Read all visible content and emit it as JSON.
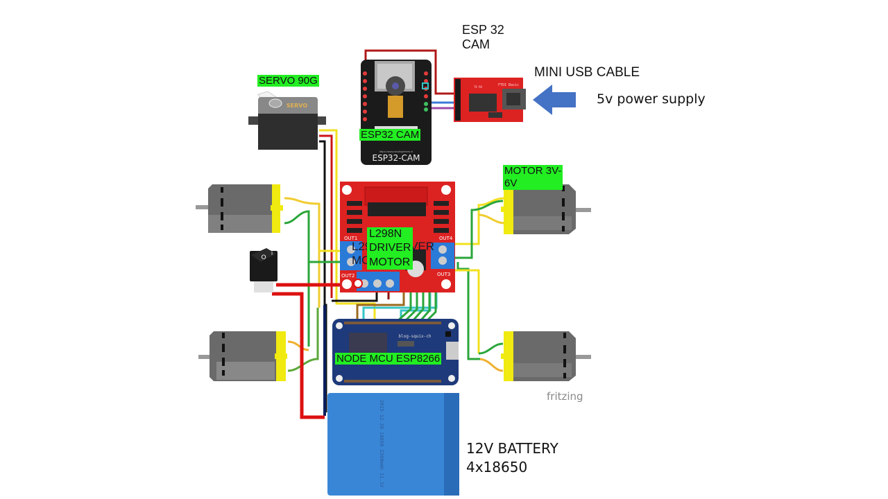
{
  "diagram": {
    "title": "ESP32-CAM robot car wiring",
    "watermark": "fritzing",
    "components": {
      "esp32_cam": {
        "board_text": "ESP32-CAM",
        "label": "ESP32 CAM",
        "caption": "ESP 32\nCAM",
        "url_text": "https://www.studiopieters.nl"
      },
      "ftdi": {
        "board_text": "FTDI Basic",
        "pins_text": "TX RX"
      },
      "usb": {
        "caption": "MINI USB CABLE",
        "power_text": "5v power supply"
      },
      "servo": {
        "label": "SERVO 90G",
        "body_text": "SERVO"
      },
      "motor_driver": {
        "label": "L298N\nDRIVER\nMOTOR",
        "underlying_text": "L298N DRIVER\nMOTOR",
        "out_labels": [
          "OUT1",
          "OUT2",
          "OUT3",
          "OUT4"
        ]
      },
      "motor": {
        "label": "MOTOR 3V-\n6V"
      },
      "nodemcu": {
        "label": "NODE MCU ESP8266",
        "board_text": "blog-squix-ch"
      },
      "battery": {
        "caption": "12V BATTERY\n4x18650"
      },
      "switch": {
        "symbols": [
          "O",
          "I"
        ]
      }
    },
    "colors": {
      "highlight": "#22ee22",
      "wire_red": "#dd1111",
      "wire_yellow": "#f2e020",
      "wire_green": "#2aa63a",
      "wire_black": "#111111",
      "wire_navy": "#0a1f5c",
      "wire_teal": "#35c4c4",
      "wire_brown": "#9a6a1e",
      "board_red": "#dd2222",
      "board_blue": "#1e3a7a",
      "battery_blue": "#3a86d6",
      "arrow_blue": "#4472c4"
    }
  }
}
